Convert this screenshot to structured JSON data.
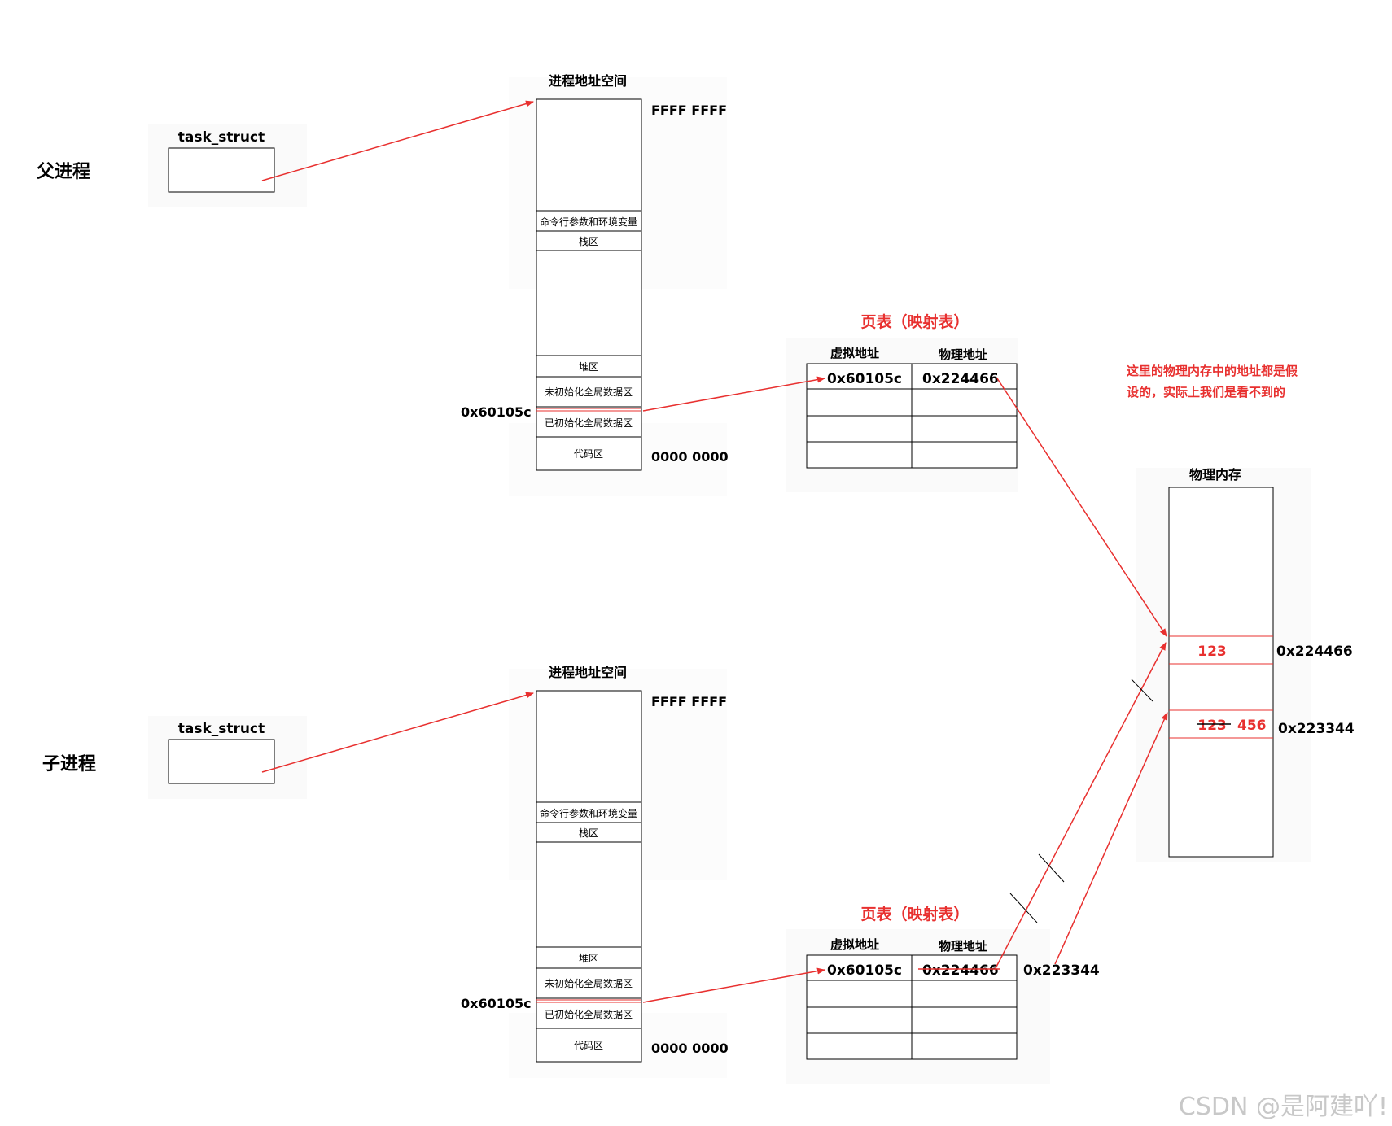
{
  "parent": {
    "label": "父进程",
    "task_struct": "task_struct",
    "address_space": {
      "title": "进程地址空间",
      "top_address": "FFFF FFFF",
      "bottom_address": "0000 0000",
      "segments": [
        "命令行参数和环境变量",
        "栈区",
        "堆区",
        "未初始化全局数据区",
        "已初始化全局数据区",
        "代码区"
      ],
      "variable_address": "0x60105c"
    },
    "page_table": {
      "title": "页表（映射表）",
      "headers": [
        "虚拟地址",
        "物理地址"
      ],
      "virtual": "0x60105c",
      "physical": "0x224466"
    }
  },
  "child": {
    "label": "子进程",
    "task_struct": "task_struct",
    "address_space": {
      "title": "进程地址空间",
      "top_address": "FFFF FFFF",
      "bottom_address": "0000 0000",
      "segments": [
        "命令行参数和环境变量",
        "栈区",
        "堆区",
        "未初始化全局数据区",
        "已初始化全局数据区",
        "代码区"
      ],
      "variable_address": "0x60105c"
    },
    "page_table": {
      "title": "页表（映射表）",
      "headers": [
        "虚拟地址",
        "物理地址"
      ],
      "virtual": "0x60105c",
      "physical_old": "0x224466",
      "physical_new": "0x223344"
    }
  },
  "physical_memory": {
    "title": "物理内存",
    "cell1_value": "123",
    "cell1_address": "0x224466",
    "cell2_old_value": "123",
    "cell2_new_value": "456",
    "cell2_address": "0x223344"
  },
  "note": {
    "line1": "这里的物理内存中的地址都是假",
    "line2": "设的，实际上我们是看不到的"
  },
  "watermark": "CSDN @是阿建吖!",
  "colors": {
    "accent": "#e8302f",
    "line": "#000000"
  }
}
